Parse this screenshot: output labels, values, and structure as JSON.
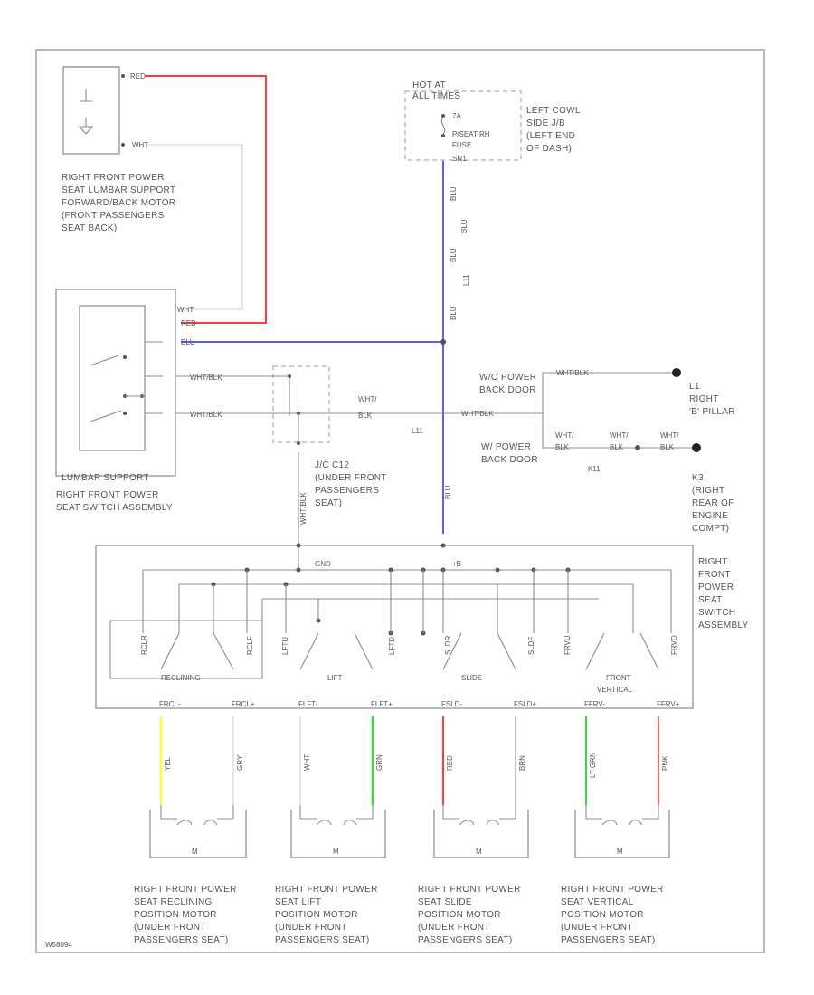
{
  "colors": {
    "red": "#ff3b3b",
    "blue": "#5b5bff",
    "yellow": "#ffff33",
    "green": "#33dd33",
    "frame": "#9a9a9a",
    "text": "#555555"
  },
  "lumbar_motor": {
    "label_lines": [
      "RIGHT FRONT POWER",
      "SEAT LUMBAR SUPPORT",
      "FORWARD/BACK MOTOR",
      "(FRONT PASSENGERS",
      "SEAT BACK)"
    ],
    "wire_top": "RED",
    "wire_bottom": "WHT"
  },
  "fuse": {
    "title_lines": [
      "HOT AT",
      "ALL TIMES"
    ],
    "fuse_lines": [
      "7A",
      "P/SEAT RH",
      "FUSE",
      "SN1"
    ],
    "location_lines": [
      "LEFT COWL",
      "SIDE J/B",
      "(LEFT END",
      "OF DASH)"
    ]
  },
  "blue_wire_labels": [
    "BLU",
    "BLU",
    "L11",
    "BLU",
    "BLU"
  ],
  "lumbar_switch": {
    "title": "LUMBAR SUPPORT",
    "label_lines": [
      "RIGHT FRONT POWER",
      "SEAT SWITCH ASSEMBLY"
    ],
    "pins": [
      "WHT",
      "RED",
      "BLU",
      "WHT/BLK",
      "WHT/BLK"
    ]
  },
  "junction": {
    "label_lines": [
      "J/C C12",
      "(UNDER FRONT",
      "PASSENGERS",
      "SEAT)"
    ],
    "wire_h": [
      "WHT/",
      "BLK"
    ],
    "connector": "L11",
    "wire_v": "WHT/BLK"
  },
  "ground_branch": {
    "wire_top": "WHT/BLK",
    "wo_label": [
      "W/O POWER",
      "BACK DOOR"
    ],
    "w_label": [
      "W/ POWER",
      "BACK DOOR"
    ],
    "wire_mid1": [
      "WHT/",
      "BLK"
    ],
    "wire_mid2": [
      "WHT/",
      "BLK"
    ],
    "wire_mid3": [
      "WHT/",
      "BLK"
    ],
    "connector": "K11",
    "g1_id": "L1",
    "g1_lines": [
      "RIGHT",
      "'B' PILLAR"
    ],
    "g2_id": "K3",
    "g2_lines": [
      "(RIGHT",
      "REAR OF",
      "ENGINE",
      "COMPT)"
    ],
    "blu_lower": "BLU"
  },
  "main_switch": {
    "label_lines": [
      "RIGHT",
      "FRONT",
      "POWER",
      "SEAT",
      "SWITCH",
      "ASSEMBLY"
    ],
    "gnd": "GND",
    "b": "+B",
    "sections": [
      "RECLINING",
      "LIFT",
      "SLIDE",
      "FRONT",
      "VERTICAL"
    ],
    "contact_labels": [
      "RCLR",
      "RCLF",
      "LFTU",
      "LFTD",
      "SLDR",
      "SLDF",
      "FRVU",
      "FRVD"
    ],
    "out_pins": [
      "FRCL-",
      "FRCL+",
      "FLFT-",
      "FLFT+",
      "FSLD-",
      "FSLD+",
      "FFRV-",
      "FFRV+"
    ],
    "out_wires": [
      "YEL",
      "GRY",
      "WHT",
      "GRN",
      "RED",
      "BRN",
      "LT GRN",
      "PNK"
    ]
  },
  "motors": [
    {
      "label_lines": [
        "RIGHT FRONT POWER",
        "SEAT RECLINING",
        "POSITION MOTOR",
        "(UNDER FRONT",
        "PASSENGERS SEAT)"
      ]
    },
    {
      "label_lines": [
        "RIGHT FRONT POWER",
        "SEAT LIFT",
        "POSITION MOTOR",
        "(UNDER FRONT",
        "PASSENGERS SEAT)"
      ]
    },
    {
      "label_lines": [
        "RIGHT FRONT POWER",
        "SEAT SLIDE",
        "POSITION MOTOR",
        "(UNDER FRONT",
        "PASSENGERS SEAT)"
      ]
    },
    {
      "label_lines": [
        "RIGHT FRONT POWER",
        "SEAT VERTICAL",
        "POSITION MOTOR",
        "(UNDER FRONT",
        "PASSENGERS SEAT)"
      ]
    }
  ],
  "motor_symbol": "M",
  "footer_code": "W58094"
}
